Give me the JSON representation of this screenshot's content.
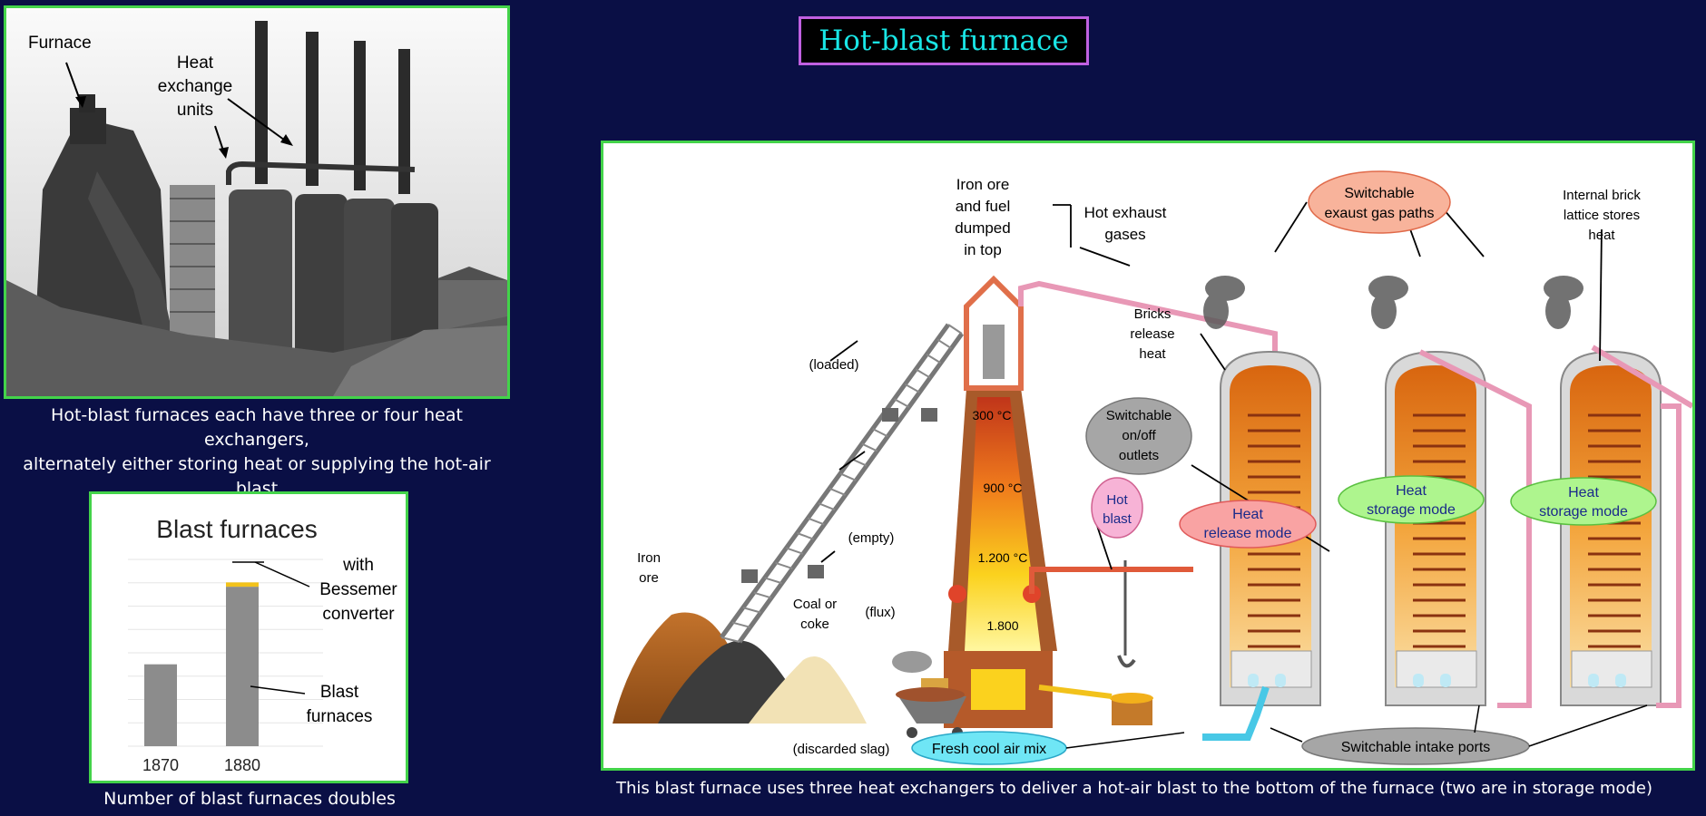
{
  "title": "Hot-blast furnace",
  "photo": {
    "labels": {
      "furnace": "Furnace",
      "heat_1": "Heat",
      "heat_2": "exchange",
      "heat_3": "units"
    },
    "caption_line1": "Hot-blast furnaces each have three or four heat exchangers,",
    "caption_line2": "alternately either storing heat or supplying the hot-air blast"
  },
  "chart_caption": "Number of blast furnaces doubles",
  "chart_data": {
    "type": "bar",
    "title": "Blast furnaces",
    "categories": [
      "1870",
      "1880"
    ],
    "series": [
      {
        "name": "Blast furnaces",
        "values": [
          57,
          111
        ]
      },
      {
        "name": "with Bessemer converter",
        "values": [
          0,
          3
        ]
      }
    ],
    "annotations": {
      "bessemer": [
        "with",
        "Bessemer",
        "converter"
      ],
      "blast": [
        "Blast",
        "furnaces"
      ]
    },
    "ylim": [
      0,
      130
    ],
    "grid": true,
    "colors": {
      "blast": "#8c8c8c",
      "bessemer": "#f2c21b"
    }
  },
  "diagram": {
    "caption": "This blast furnace uses three heat exchangers to deliver a hot-air blast to the bottom of the furnace (two are in storage mode)",
    "labels": {
      "iron_ore_top": [
        "Iron ore",
        "and fuel",
        "dumped",
        "in top"
      ],
      "hot_exhaust": [
        "Hot exhaust",
        "gases"
      ],
      "switchable_exhaust": [
        "Switchable",
        "exaust gas paths"
      ],
      "internal_brick": [
        "Internal brick",
        "lattice stores",
        "heat"
      ],
      "bricks_release": [
        "Bricks",
        "release",
        "heat"
      ],
      "loaded": "(loaded)",
      "empty": "(empty)",
      "switchable_outlets": [
        "Switchable",
        "on/off",
        "outlets"
      ],
      "hot_blast": [
        "Hot",
        "blast"
      ],
      "heat_release": [
        "Heat",
        "release mode"
      ],
      "heat_storage_1": [
        "Heat",
        "storage mode"
      ],
      "heat_storage_2": [
        "Heat",
        "storage mode"
      ],
      "iron_ore_pile": [
        "Iron",
        "ore"
      ],
      "coal": [
        "Coal or",
        "coke"
      ],
      "flux": "(flux)",
      "temps": [
        "300 °C",
        "900 °C",
        "1.200 °C",
        "1.800"
      ],
      "discarded_slag": "(discarded slag)",
      "fresh_air": "Fresh cool air mix",
      "intake_ports": "Switchable intake ports"
    },
    "colors": {
      "release_bubble": "#f9a3a3",
      "storage_bubble": "#aef58e",
      "fresh_air_bubble": "#6fe6f5",
      "gray_bubble": "#a6a6a6",
      "exhaust_bubble": "#f8b39b",
      "hot_blast_bubble": "#f7b3d6"
    }
  }
}
